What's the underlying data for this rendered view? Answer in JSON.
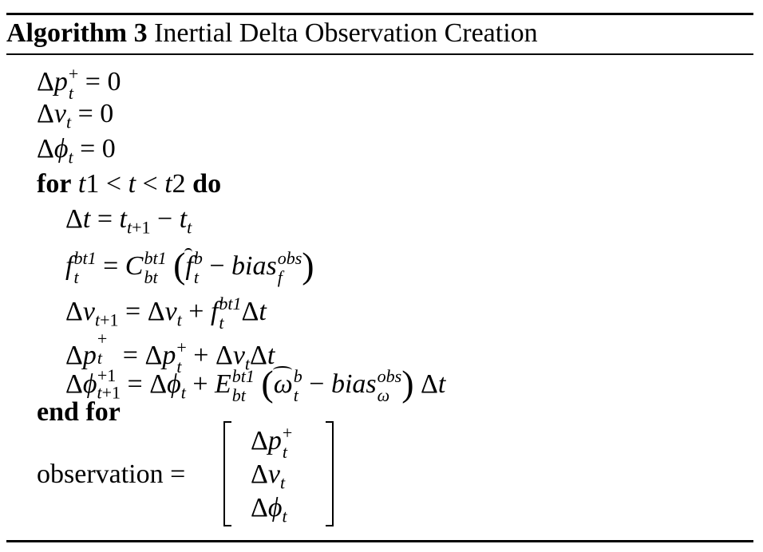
{
  "algorithm": {
    "label": "Algorithm 3",
    "title": "Inertial Delta Observation Creation",
    "keywords": {
      "for": "for",
      "do": "do",
      "end_for": "end for"
    },
    "observation_label": "observation ="
  }
}
